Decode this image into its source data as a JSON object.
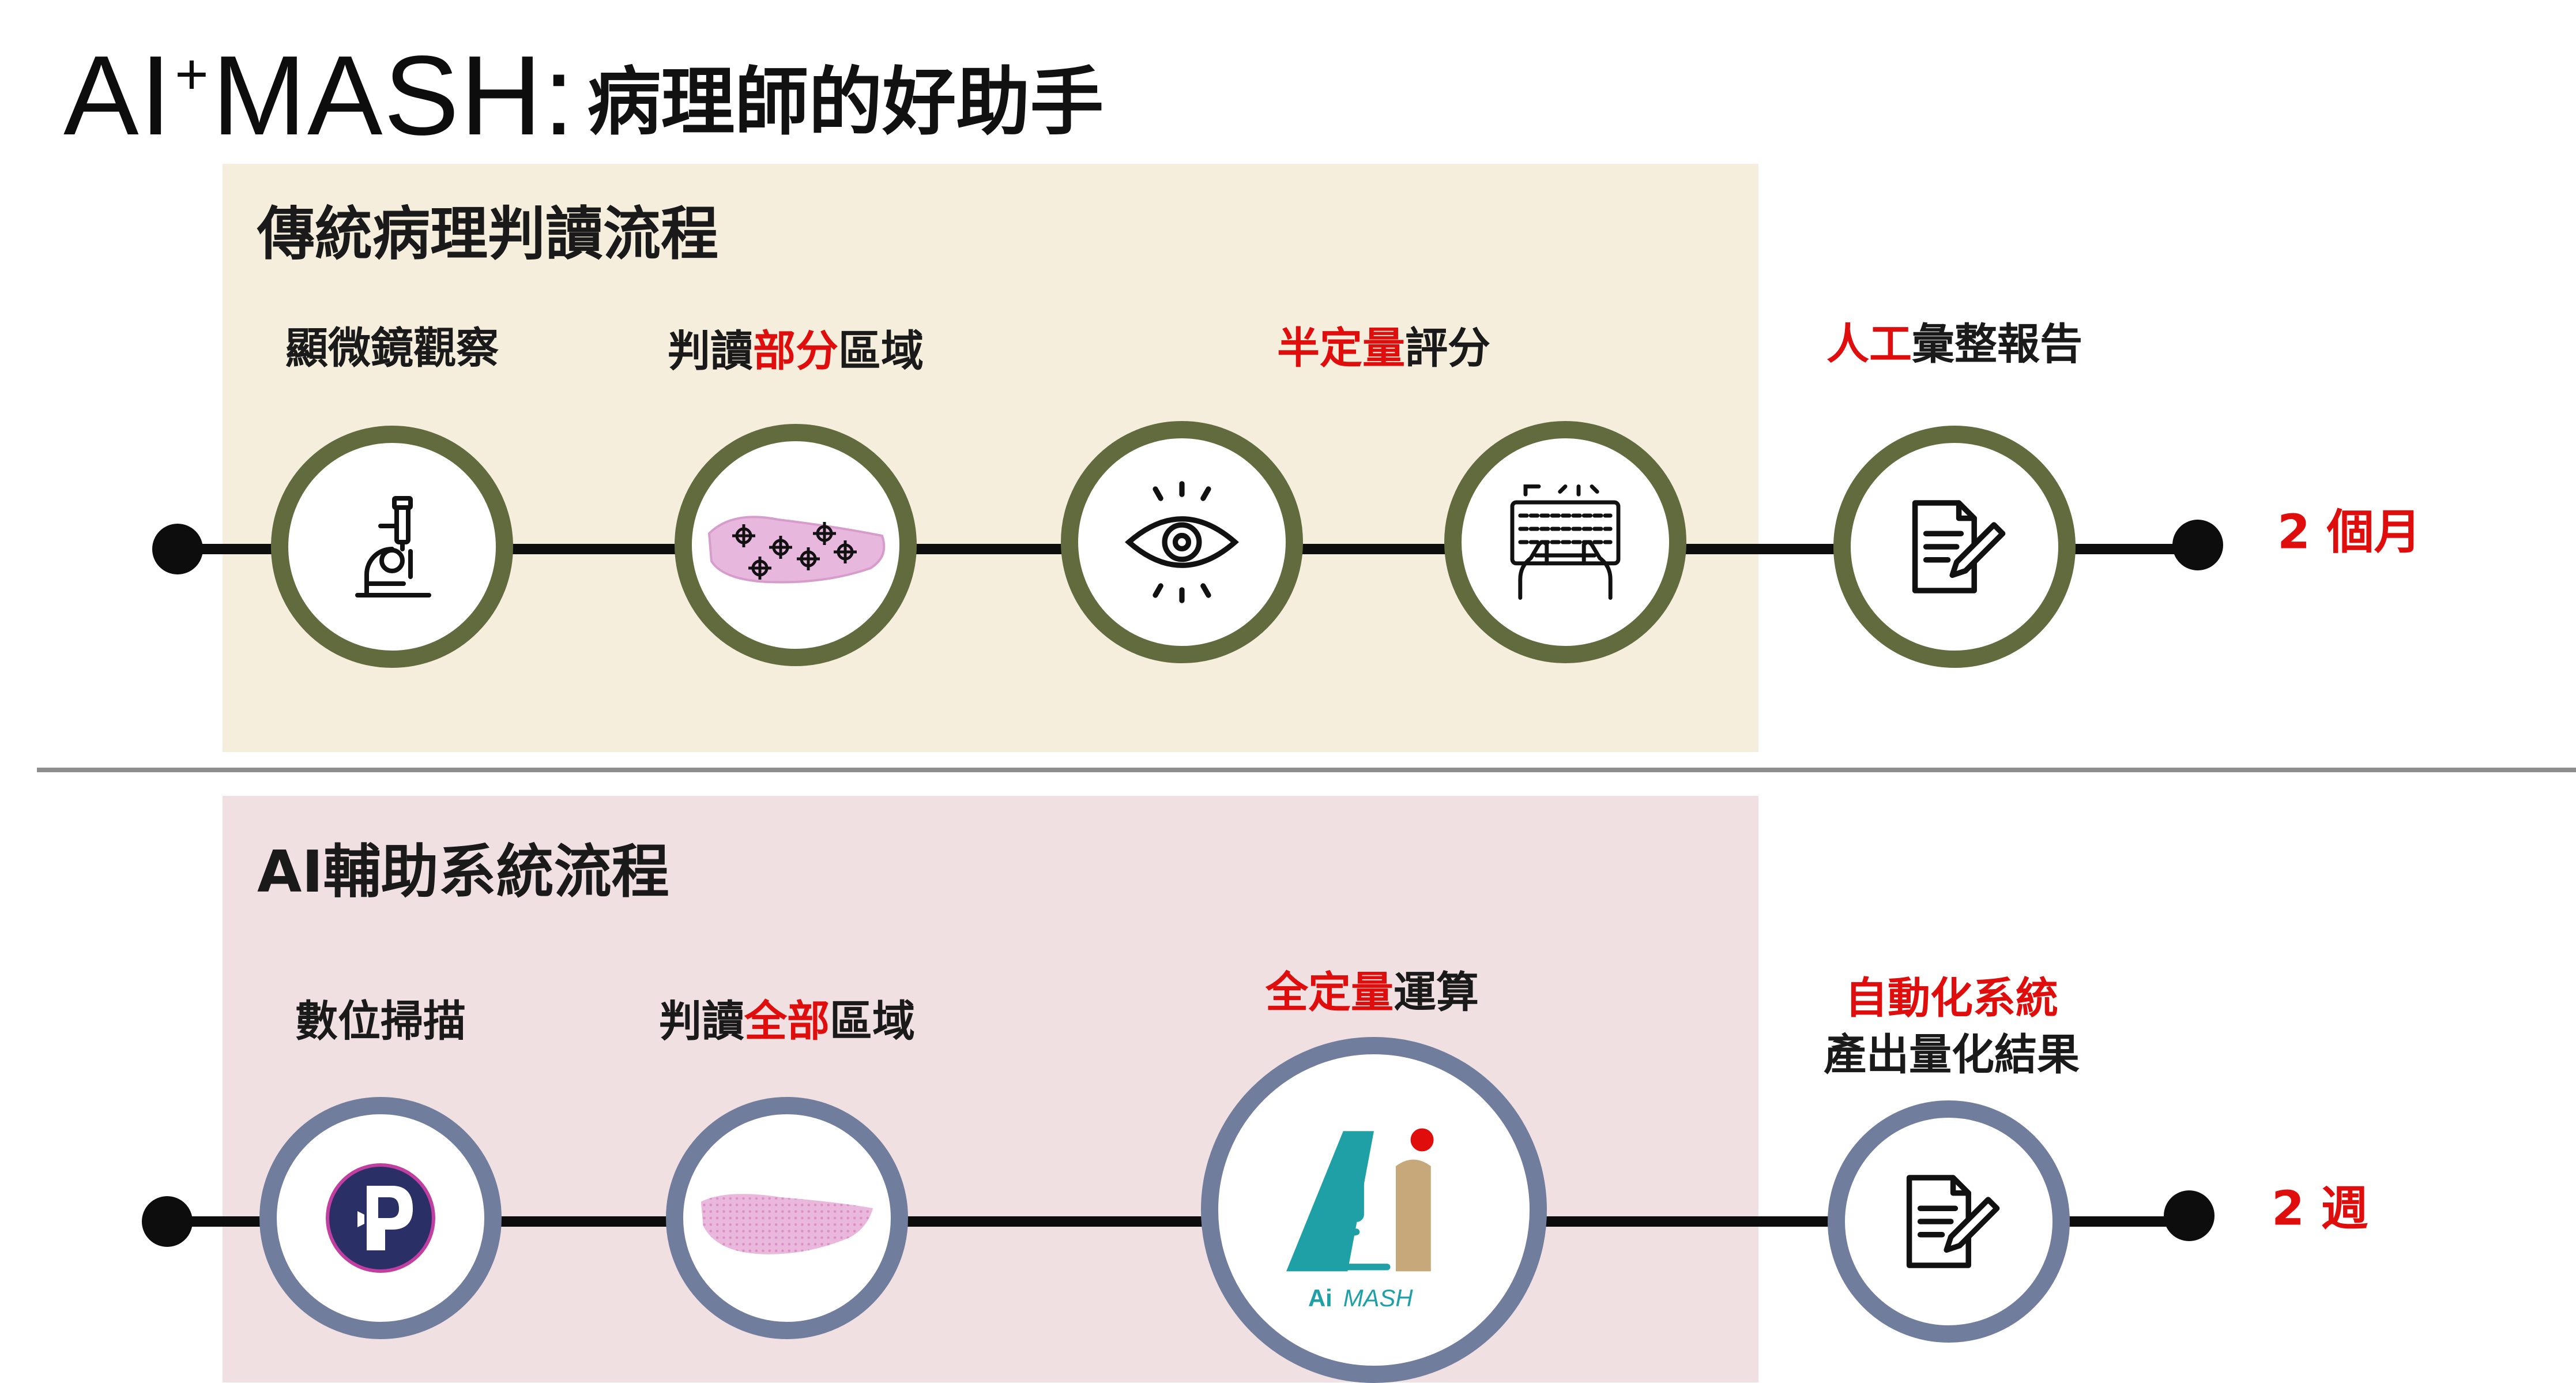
{
  "title": {
    "brand_prefix": "AI",
    "brand_superscript": "+",
    "brand_suffix": "MASH:",
    "subtitle": "病理師的好助手"
  },
  "traditional": {
    "heading": "傳統病理判讀流程",
    "steps": [
      {
        "label_parts": [
          {
            "text": "顯微鏡觀察",
            "highlight": false
          }
        ],
        "icon": "microscope-icon"
      },
      {
        "label_parts": [
          {
            "text": "判讀",
            "highlight": false
          },
          {
            "text": "部分",
            "highlight": true
          },
          {
            "text": "區域",
            "highlight": false
          }
        ],
        "icon": "tissue-partial-icon"
      },
      {
        "label_parts": [
          {
            "text": "半定量",
            "highlight": true
          },
          {
            "text": "評分",
            "highlight": false
          }
        ],
        "icon": "eye-icon"
      },
      {
        "label_parts": [],
        "icon": "typing-keyboard-icon"
      },
      {
        "label_parts": [
          {
            "text": "人工",
            "highlight": true
          },
          {
            "text": "彙整報告",
            "highlight": false
          }
        ],
        "icon": "document-pen-icon"
      }
    ],
    "duration": "2 個月"
  },
  "ai": {
    "heading": "AI輔助系統流程",
    "steps": [
      {
        "label_parts": [
          {
            "text": "數位掃描",
            "highlight": false
          }
        ],
        "icon": "digital-scanner-logo-icon"
      },
      {
        "label_parts": [
          {
            "text": "判讀",
            "highlight": false
          },
          {
            "text": "全部",
            "highlight": true
          },
          {
            "text": "區域",
            "highlight": false
          }
        ],
        "icon": "tissue-whole-icon"
      },
      {
        "label_parts": [
          {
            "text": "全定量",
            "highlight": true
          },
          {
            "text": "運算",
            "highlight": false
          }
        ],
        "icon": "ai-mash-logo-icon"
      },
      {
        "label_lines": [
          [
            {
              "text": "自動化系統",
              "highlight": true
            }
          ],
          [
            {
              "text": "產出量化結果",
              "highlight": false
            }
          ]
        ],
        "icon": "document-pen-icon"
      }
    ],
    "duration": "2 週",
    "logo_text": "MASH",
    "logo_prefix": "Ai"
  },
  "colors": {
    "traditional_panel": "#f6eedc",
    "ai_panel": "#f0e0e2",
    "traditional_ring": "#626b3e",
    "ai_ring": "#717d9d",
    "highlight": "#e00d0d",
    "logo_teal": "#1fa0a6",
    "logo_tan": "#c6a87b"
  }
}
